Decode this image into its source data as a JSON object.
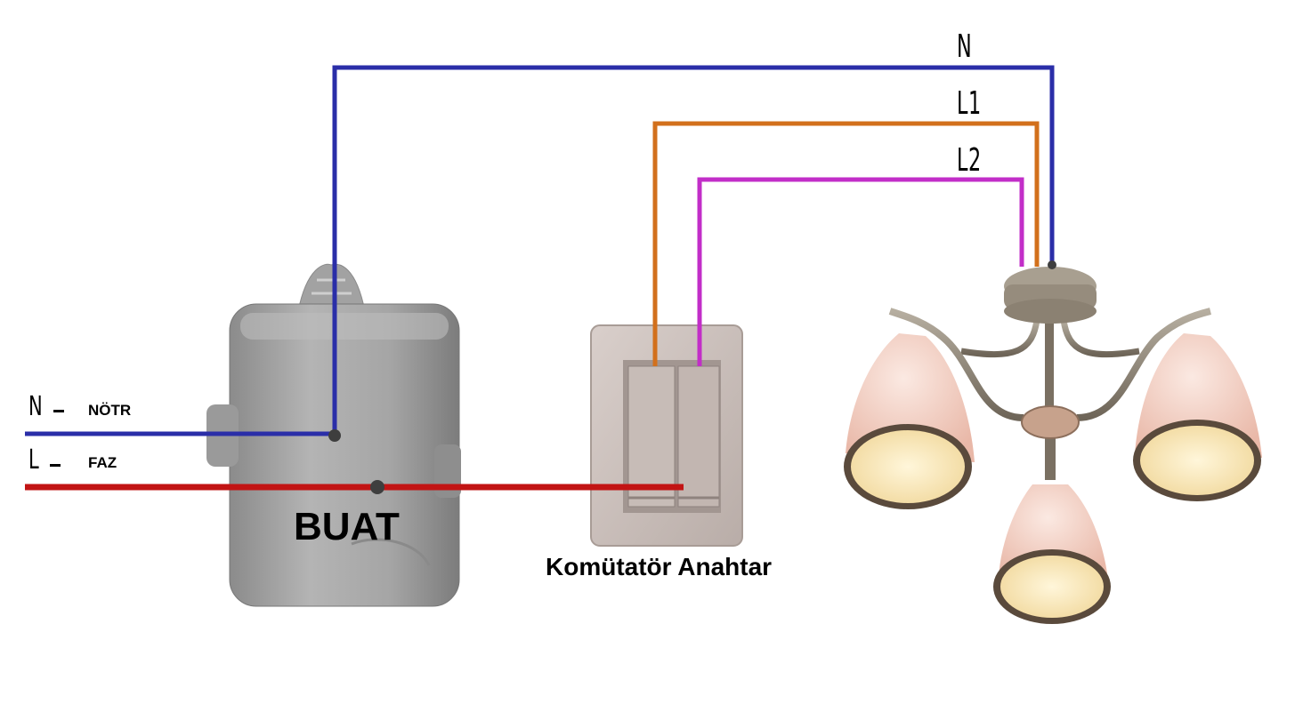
{
  "labels": {
    "wire_n": "N",
    "wire_l1": "L1",
    "wire_l2": "L2",
    "left_n": "N",
    "left_l": "L",
    "notr": "NÖTR",
    "faz": "FAZ",
    "buat": "BUAT",
    "switch_name": "Komütatör Anahtar"
  },
  "colors": {
    "neutral": "#2a2ea8",
    "phase": "#c21414",
    "l1": "#d2701c",
    "l2": "#c22ec8"
  }
}
